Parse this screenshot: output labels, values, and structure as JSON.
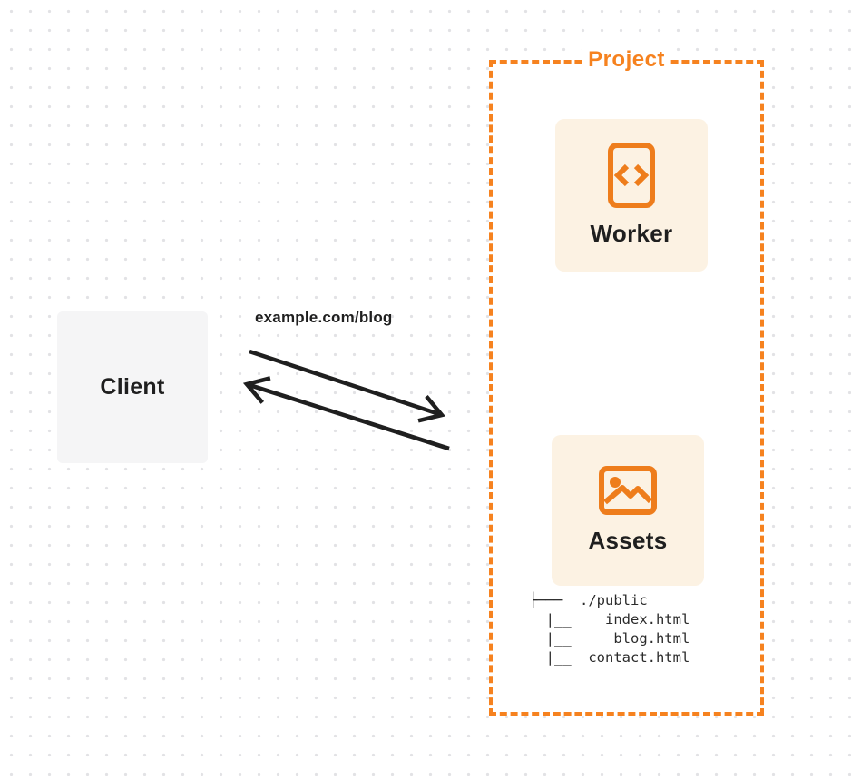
{
  "colors": {
    "bg": "#FFFFFF",
    "dot": "#E2E2E5",
    "ink": "#1F1F1F",
    "tree-ink": "#2B2B2B",
    "orange": "#EE7D1C",
    "orange-border": "#F6821F",
    "card-bg": "#FCF2E3",
    "client-bg": "#F5F5F6"
  },
  "client": {
    "label": "Client"
  },
  "request": {
    "label": "example.com/blog"
  },
  "project": {
    "label": "Project",
    "worker": {
      "label": "Worker",
      "icon": "code-document-icon"
    },
    "assets": {
      "label": "Assets",
      "icon": "image-icon",
      "file_tree": [
        "├───  ./public",
        "  |__    index.html",
        "  |__     blog.html",
        "  |__  contact.html"
      ]
    }
  }
}
